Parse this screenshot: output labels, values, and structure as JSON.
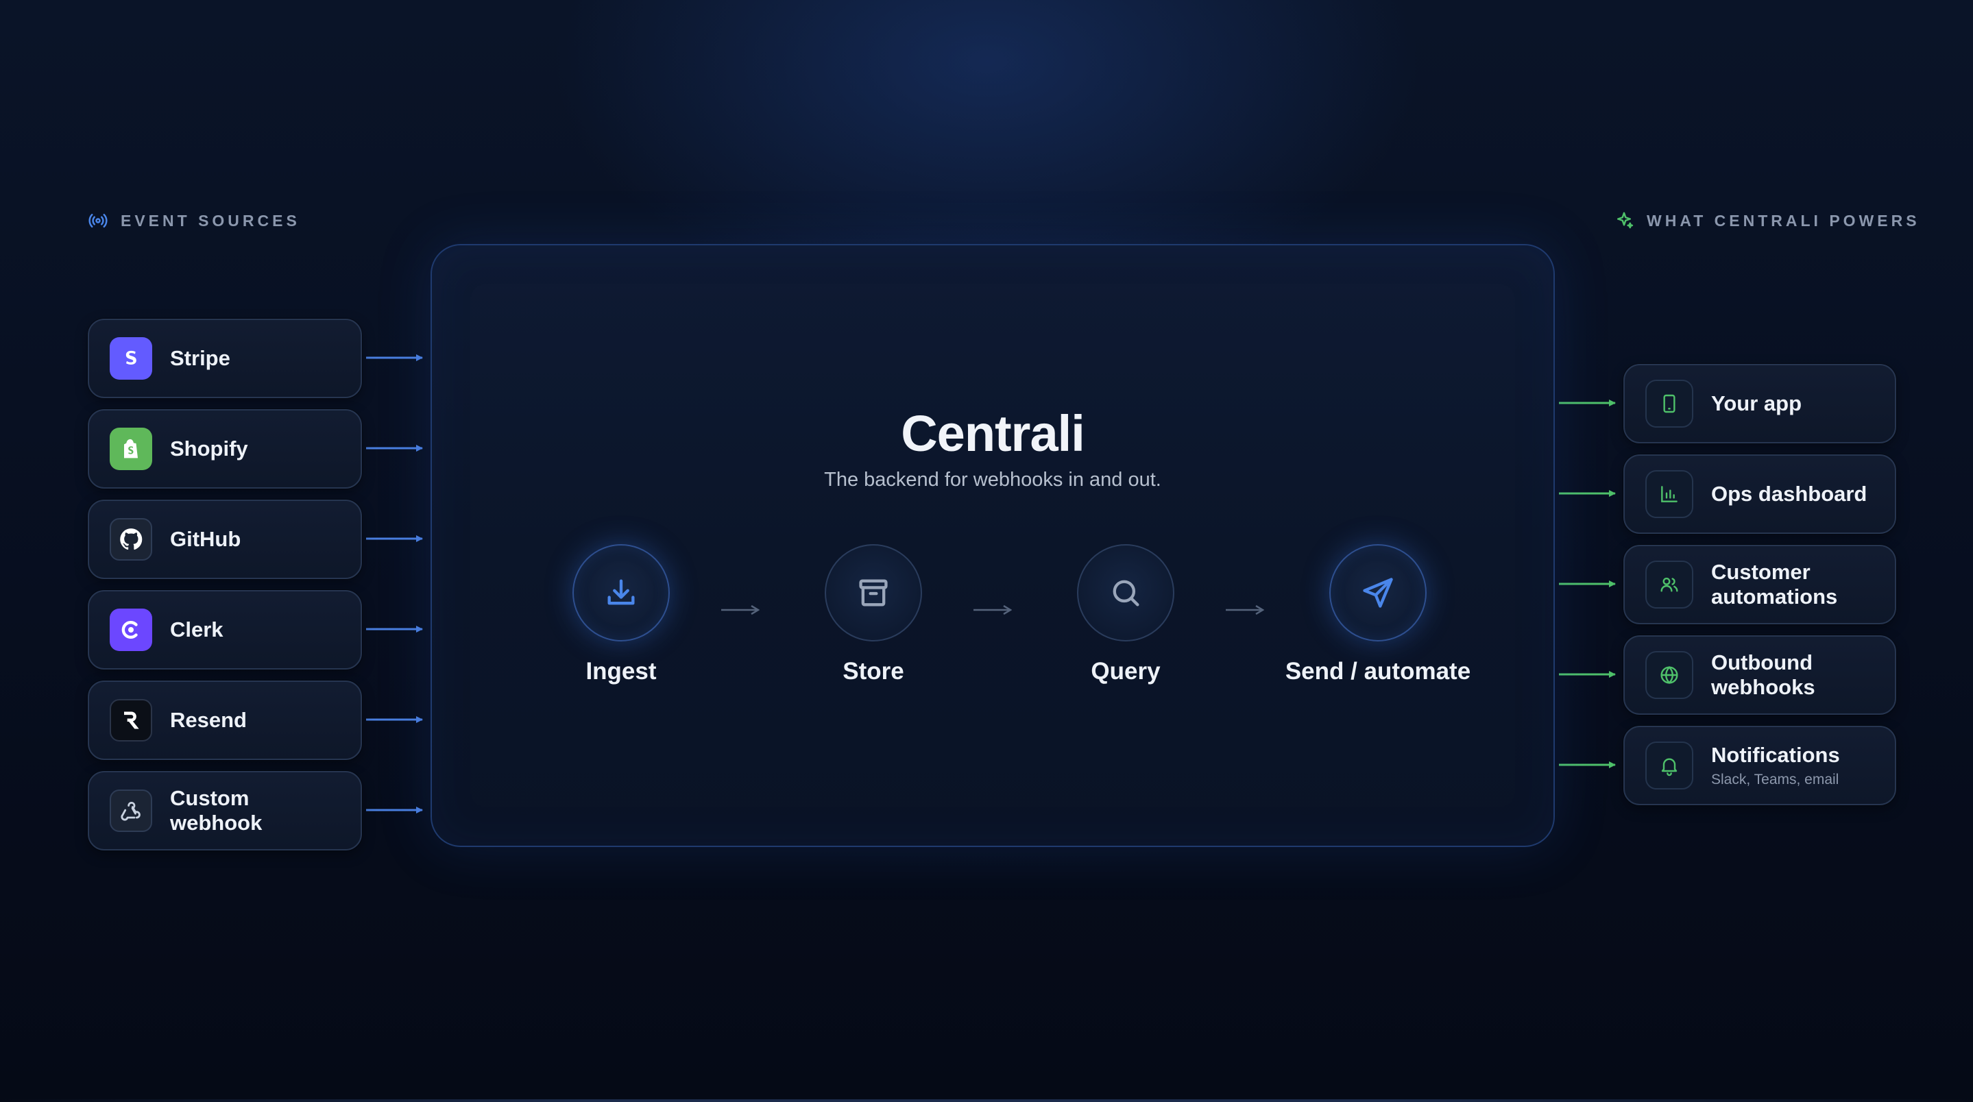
{
  "sources": {
    "heading": "EVENT SOURCES",
    "items": [
      {
        "label": "Stripe",
        "icon": "stripe-logo",
        "color": "#635bff"
      },
      {
        "label": "Shopify",
        "icon": "shopify-logo",
        "color": "#5fb85a"
      },
      {
        "label": "GitHub",
        "icon": "github-logo",
        "color": "#1b2434"
      },
      {
        "label": "Clerk",
        "icon": "clerk-logo",
        "color": "#6c47ff"
      },
      {
        "label": "Resend",
        "icon": "resend-logo",
        "color": "#0b0f17"
      },
      {
        "label": "Custom webhook",
        "icon": "webhook-icon",
        "color": "#1b2434"
      }
    ]
  },
  "center": {
    "title": "Centrali",
    "subtitle": "The backend for webhooks in and out.",
    "stages": [
      {
        "label": "Ingest",
        "icon": "download-icon"
      },
      {
        "label": "Store",
        "icon": "archive-icon"
      },
      {
        "label": "Query",
        "icon": "search-icon"
      },
      {
        "label": "Send / automate",
        "icon": "send-icon"
      }
    ]
  },
  "outputs": {
    "heading": "WHAT CENTRALI POWERS",
    "items": [
      {
        "label": "Your app",
        "icon": "smartphone-icon"
      },
      {
        "label": "Ops dashboard",
        "icon": "bar-chart-icon"
      },
      {
        "label": "Customer automations",
        "icon": "users-icon"
      },
      {
        "label": "Outbound webhooks",
        "icon": "globe-icon"
      },
      {
        "label": "Notifications",
        "sublabel": "Slack, Teams, email",
        "icon": "bell-icon"
      }
    ]
  },
  "colors": {
    "source_arrow": "#4a7fe0",
    "output_arrow": "#4fc16a",
    "accent_blue": "#4a86ea",
    "accent_green": "#4fc16a"
  }
}
